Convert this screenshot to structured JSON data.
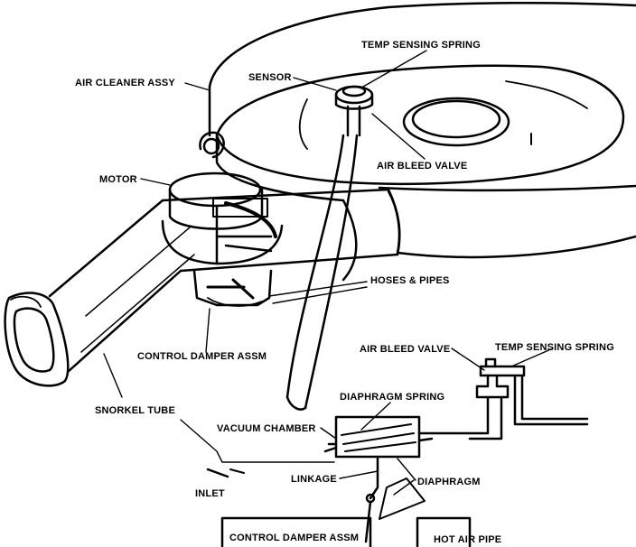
{
  "labels": {
    "temp_sensing_spring_top": "TEMP SENSING SPRING",
    "sensor": "SENSOR",
    "air_cleaner_assy": "AIR CLEANER ASSY",
    "air_bleed_valve_top": "AIR BLEED VALVE",
    "motor": "MOTOR",
    "hoses_pipes": "HOSES & PIPES",
    "control_damper_assm_top": "CONTROL DAMPER ASSM",
    "air_bleed_valve_bottom": "AIR BLEED VALVE",
    "temp_sensing_spring_bottom": "TEMP SENSING SPRING",
    "diaphragm_spring": "DIAPHRAGM SPRING",
    "snorkel_tube": "SNORKEL TUBE",
    "vacuum_chamber": "VACUUM CHAMBER",
    "linkage": "LINKAGE",
    "diaphragm": "DIAPHRAGM",
    "inlet": "INLET",
    "control_damper_assm_bottom": "CONTROL DAMPER ASSM",
    "hot_air_pipe": "HOT AIR PIPE"
  }
}
